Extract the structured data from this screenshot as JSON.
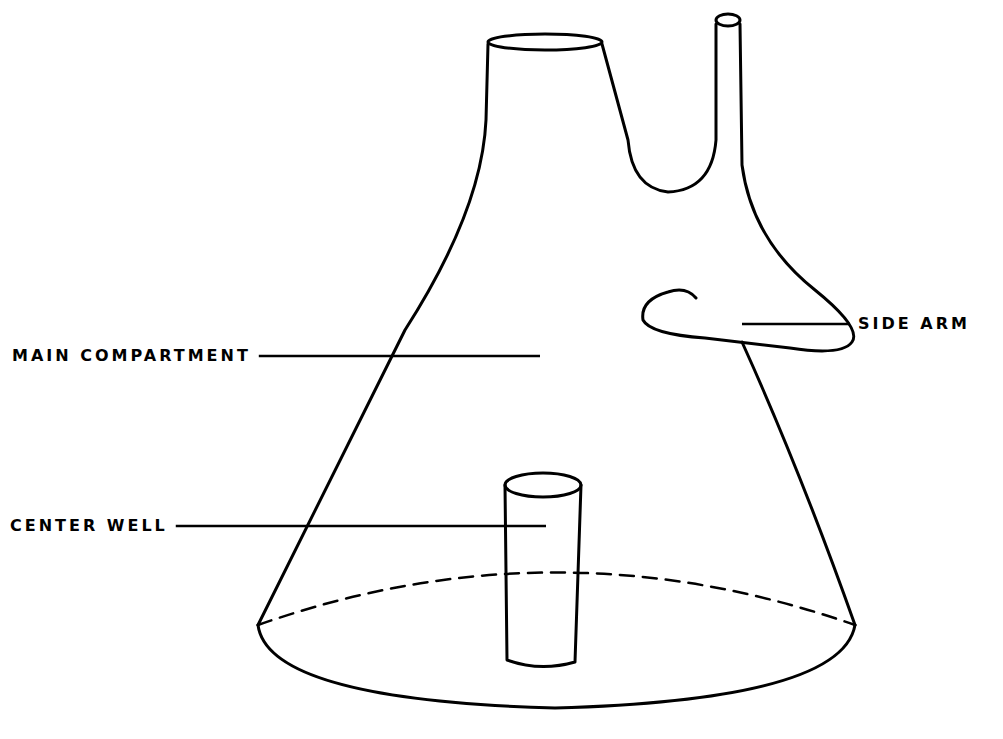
{
  "diagram": {
    "labels": [
      "SIDE ARM",
      "MAIN COMPARTMENT",
      "CENTER WELL"
    ]
  }
}
